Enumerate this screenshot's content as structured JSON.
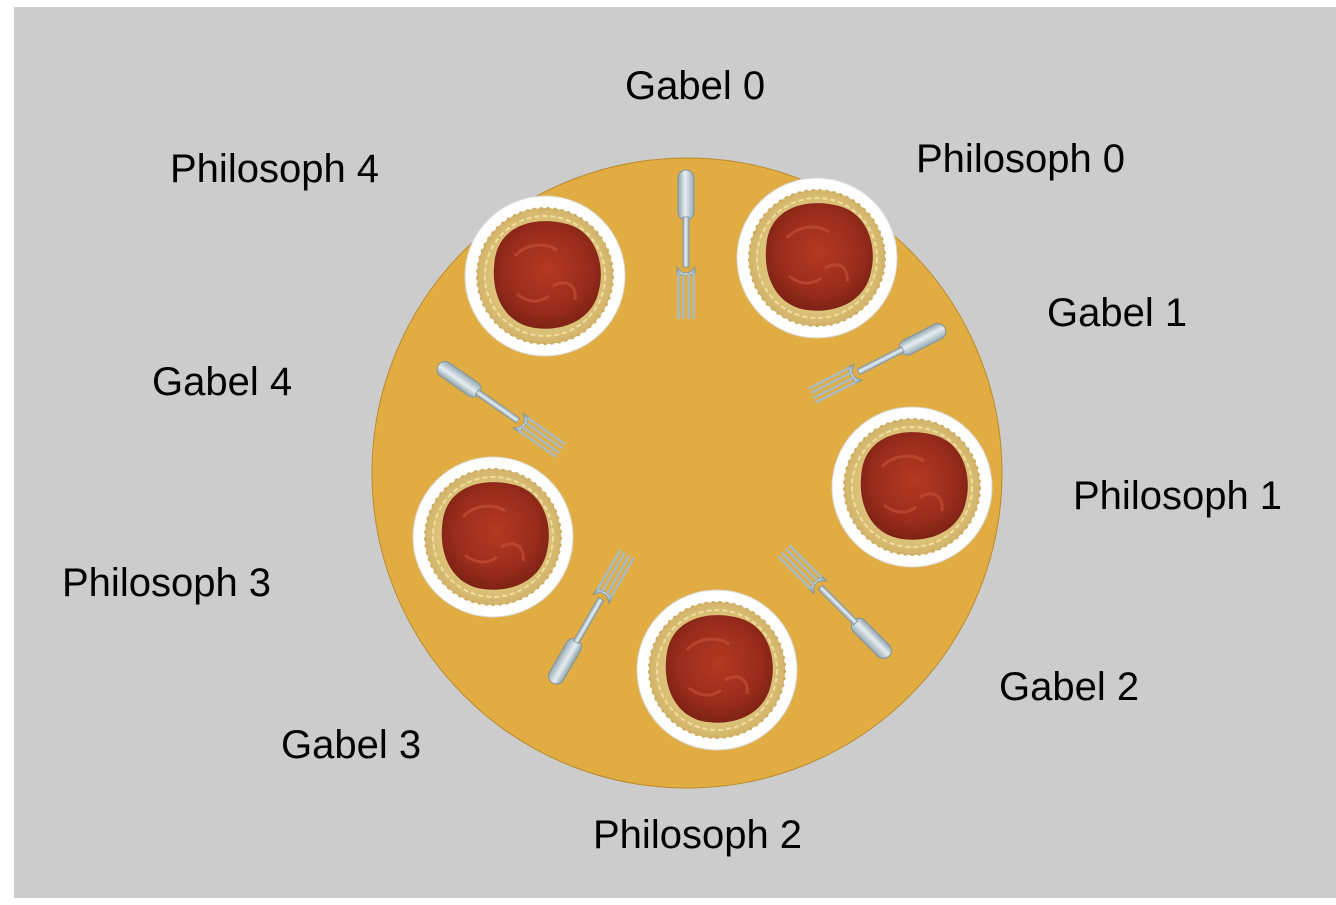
{
  "colors": {
    "background": "#cccccc",
    "table": "#e1ad42",
    "plate": "#ffffff",
    "sauce": "#a8321f",
    "pasta": "#e8d18e",
    "fork": "#c9d6dc"
  },
  "philosophers": [
    {
      "label": "Philosoph 0"
    },
    {
      "label": "Philosoph 1"
    },
    {
      "label": "Philosoph 2"
    },
    {
      "label": "Philosoph 3"
    },
    {
      "label": "Philosoph 4"
    }
  ],
  "forks": [
    {
      "label": "Gabel 0"
    },
    {
      "label": "Gabel 1"
    },
    {
      "label": "Gabel 2"
    },
    {
      "label": "Gabel 3"
    },
    {
      "label": "Gabel 4"
    }
  ]
}
